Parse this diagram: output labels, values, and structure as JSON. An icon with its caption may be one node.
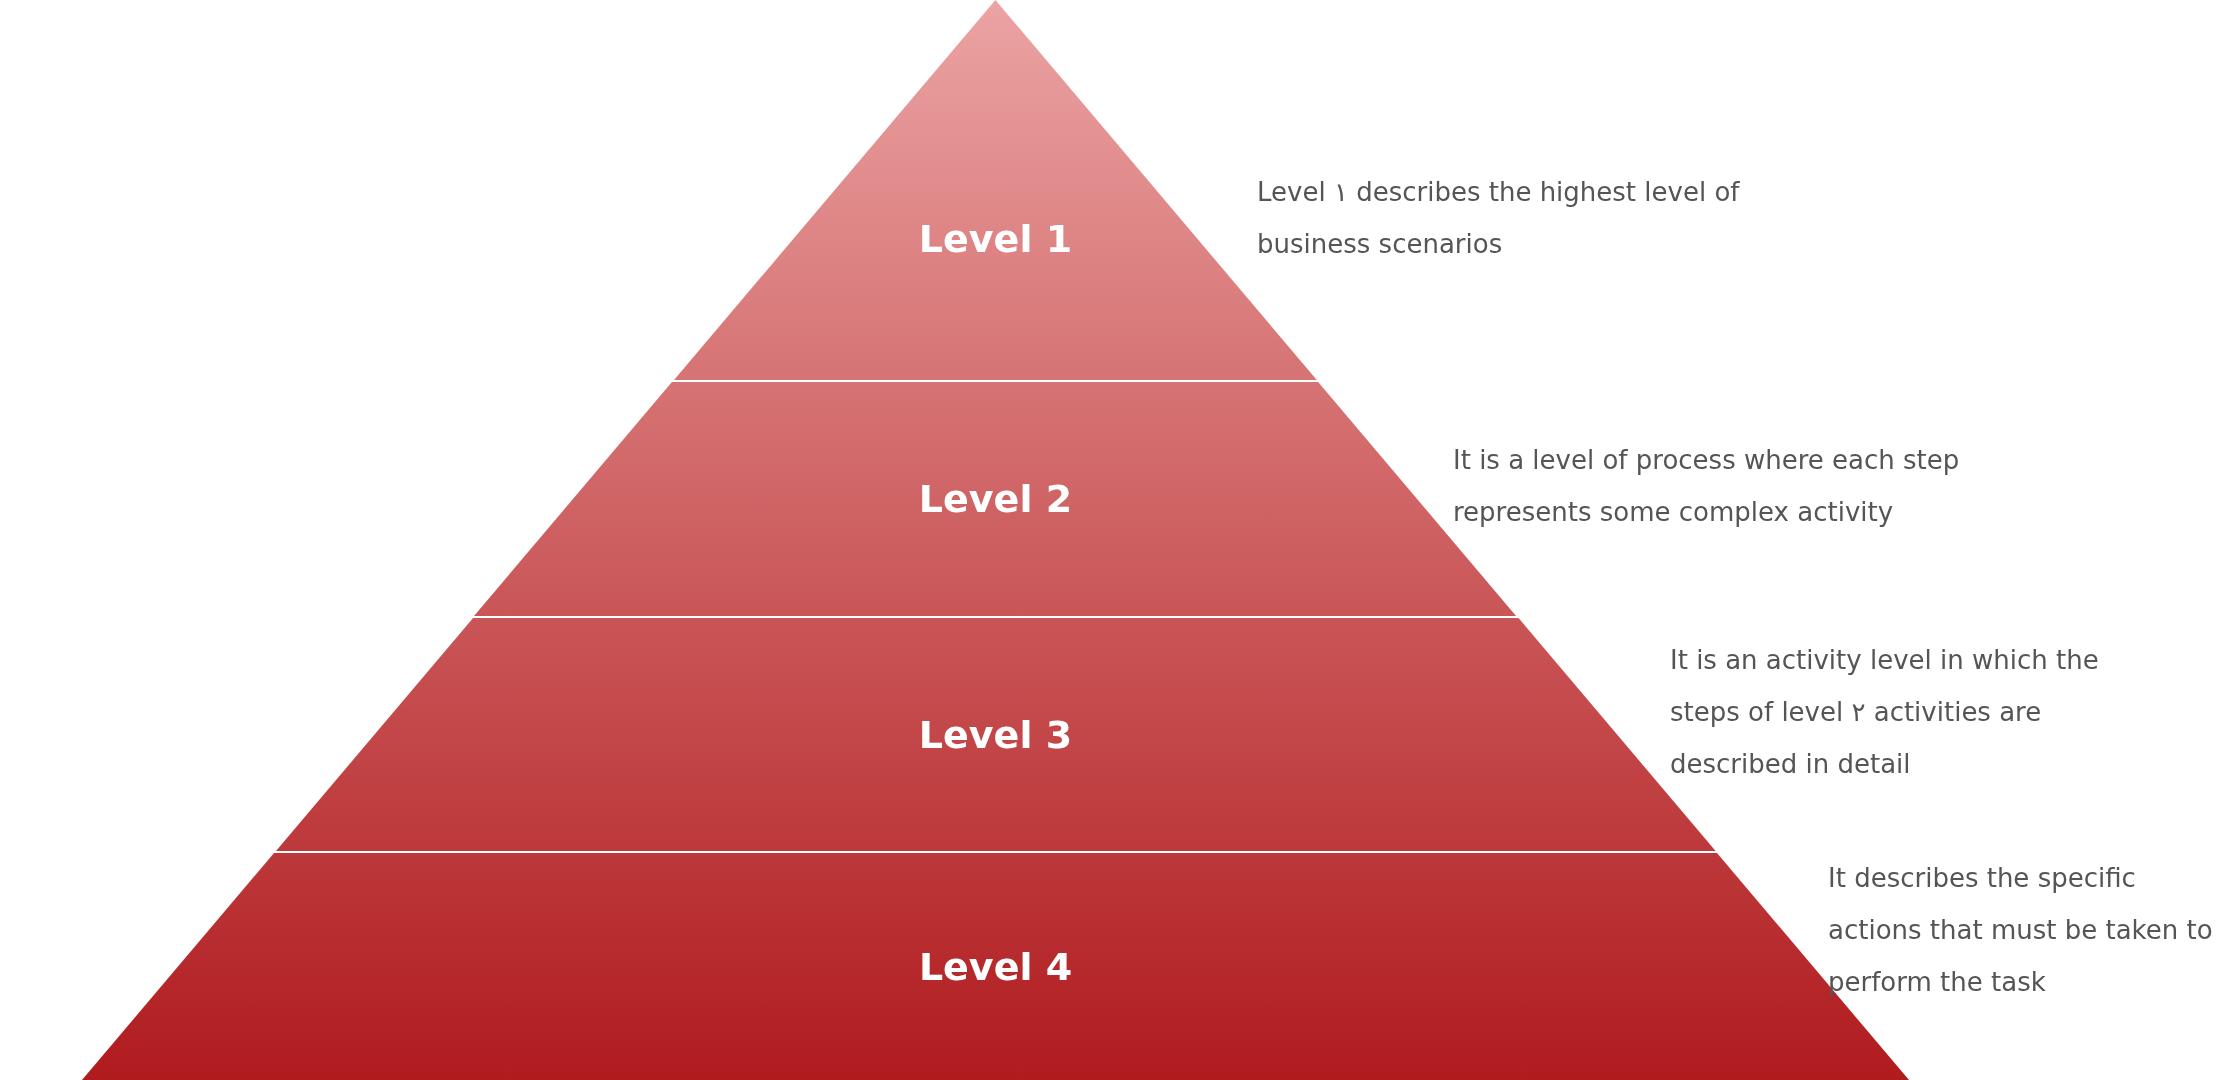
{
  "diagram": {
    "nodes": [
      {
        "text": [
          "Level 1"
        ],
        "beside": [
          "Level ١ describes the highest level of business scenarios"
        ]
      },
      {
        "text": [
          "Level 2"
        ],
        "beside": [
          "It is a level of process where each step represents some complex activity"
        ]
      },
      {
        "text": [
          "Level 3"
        ],
        "beside": [
          "It is an activity level in which the steps of level ٢ activities are described in detail"
        ]
      },
      {
        "text": [
          "Level 4"
        ],
        "beside": [
          "It describes the specific actions that must be taken to perform the task"
        ]
      }
    ]
  }
}
